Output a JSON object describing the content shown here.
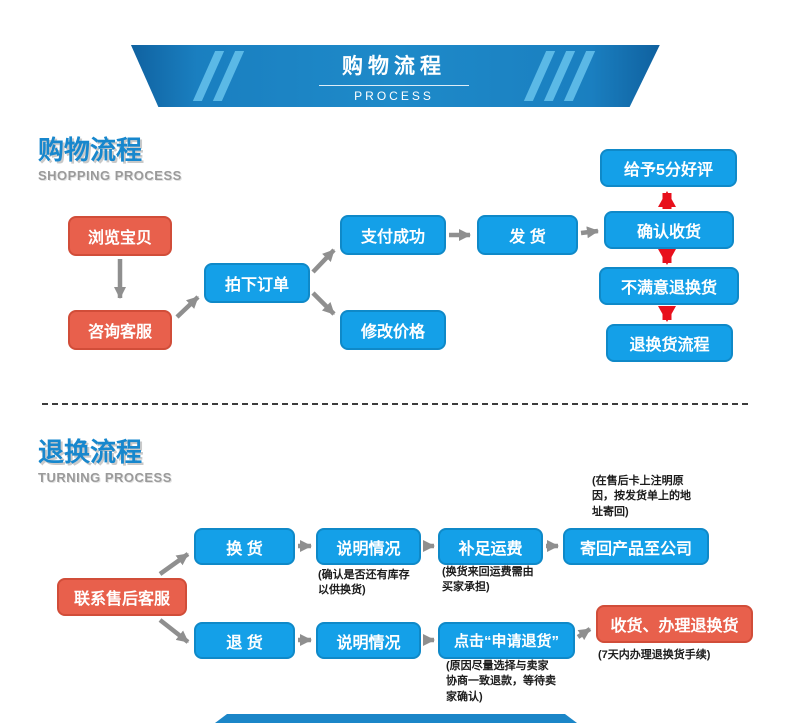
{
  "banner": {
    "title": "购物流程",
    "subtitle": "PROCESS"
  },
  "shopping": {
    "title": "购物流程",
    "subtitle": "SHOPPING PROCESS",
    "nodes": {
      "browse": "浏览宝贝",
      "consult": "咨询客服",
      "order": "拍下订单",
      "pay": "支付成功",
      "modify": "修改价格",
      "ship": "发 货",
      "praise": "给予5分好评",
      "confirm": "确认收货",
      "dissatisfied": "不满意退换货",
      "return_flow": "退换货流程"
    }
  },
  "returns": {
    "title": "退换流程",
    "subtitle": "TURNING PROCESS",
    "nodes": {
      "contact": "联系售后客服",
      "exchange": "换 货",
      "explain_exchange": "说明情况",
      "postage": "补足运费",
      "send_back": "寄回产品至公司",
      "refund": "退 货",
      "explain_refund": "说明情况",
      "apply": "点击“申请退货”",
      "handle": "收货、办理退换货"
    },
    "notes": {
      "send_back": "(在售后卡上注明原\n因，按发货单上的地\n址寄回)",
      "stock": "(确认是否还有库存\n以供换货)",
      "postage": "(换货来回运费需由\n买家承担)",
      "apply": "(原因尽量选择与卖家\n协商一致退款，等待卖\n家确认)",
      "handle": "(7天内办理退换货手续)"
    }
  },
  "colors": {
    "node_blue": "#14a0e8",
    "node_red": "#e8604c",
    "banner_blue": "#1b7fc4",
    "title_blue": "#1787cd",
    "arrow_red": "#e8101c",
    "arrow_gray": "#8f8f8f"
  }
}
